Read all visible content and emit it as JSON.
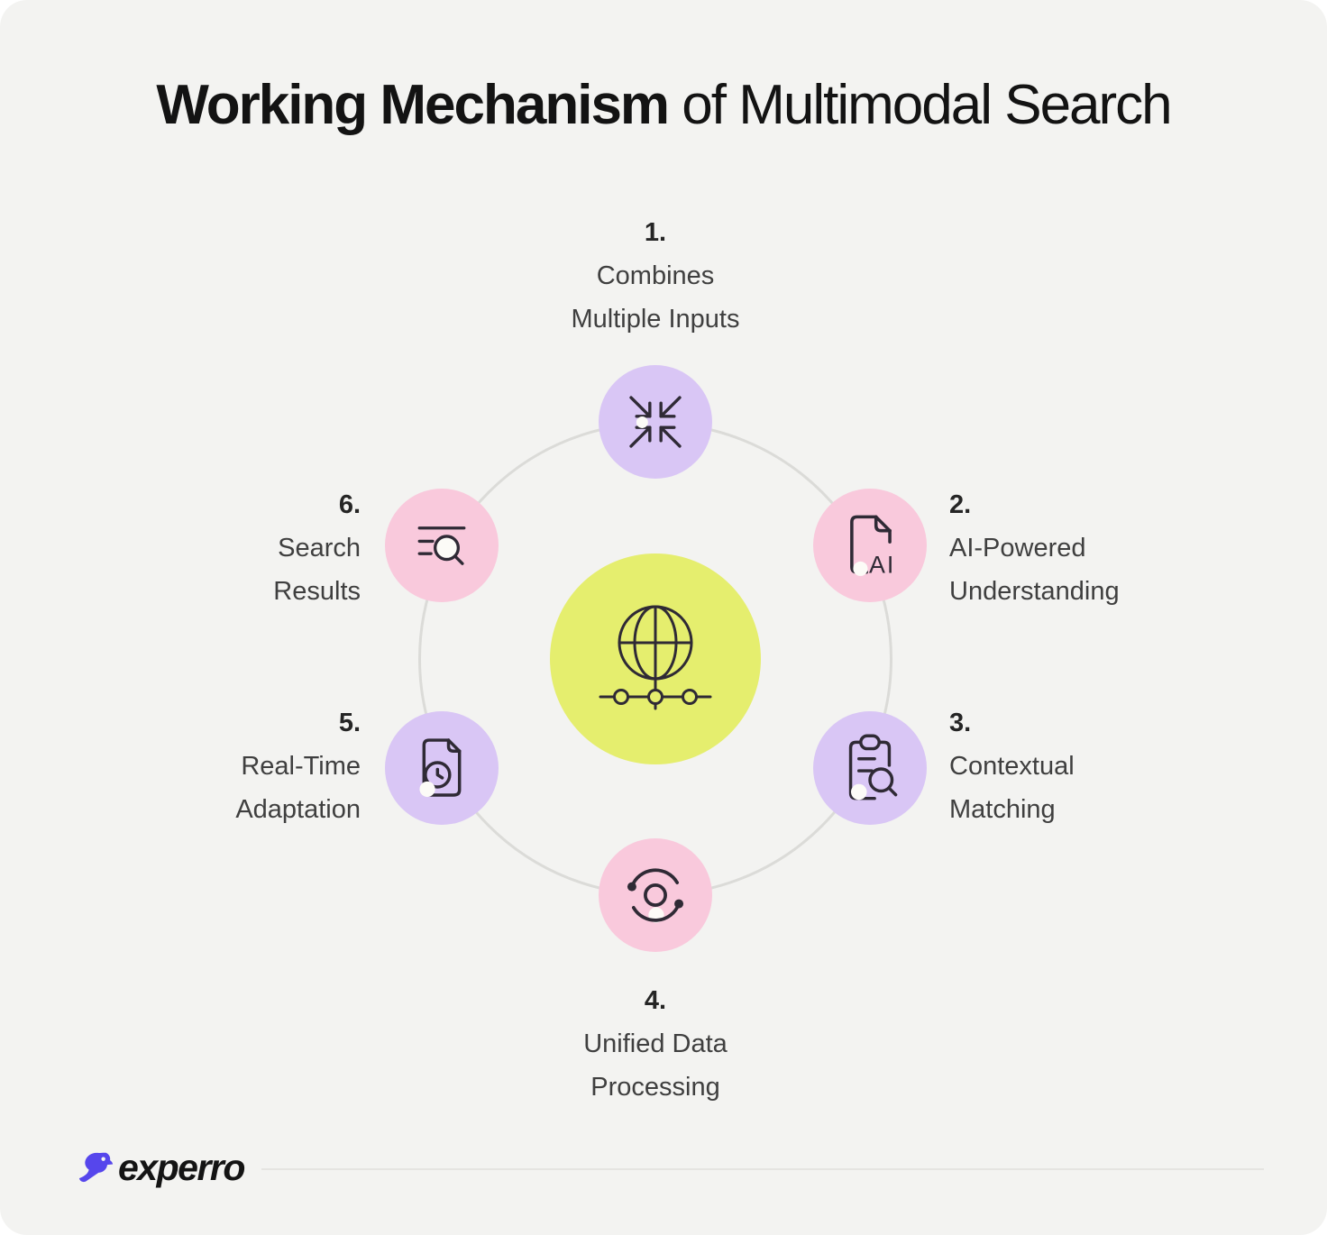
{
  "title": {
    "bold": "Working Mechanism",
    "regular": " of Multimodal Search"
  },
  "center": {
    "icon": "globe-network-icon",
    "color": "#e5ee6e"
  },
  "steps": [
    {
      "number": "1.",
      "lines": [
        "Combines",
        "Multiple Inputs"
      ],
      "icon": "compress-arrows-icon",
      "circle_color": "#d9c6f5"
    },
    {
      "number": "2.",
      "lines": [
        "AI-Powered",
        "Understanding"
      ],
      "icon": "ai-document-icon",
      "icon_label": "AI",
      "circle_color": "#f9c9dc"
    },
    {
      "number": "3.",
      "lines": [
        "Contextual",
        "Matching"
      ],
      "icon": "clipboard-search-icon",
      "circle_color": "#d9c6f5"
    },
    {
      "number": "4.",
      "lines": [
        "Unified Data",
        "Processing"
      ],
      "icon": "sync-process-icon",
      "circle_color": "#f9c9dc"
    },
    {
      "number": "5.",
      "lines": [
        "Real-Time",
        "Adaptation"
      ],
      "icon": "document-clock-icon",
      "circle_color": "#d9c6f5"
    },
    {
      "number": "6.",
      "lines": [
        "Search",
        "Results"
      ],
      "icon": "search-list-icon",
      "circle_color": "#f9c9dc"
    }
  ],
  "footer": {
    "brand": "experro"
  },
  "colors": {
    "background": "#f3f3f1",
    "ring": "#dbdbd8",
    "icon_stroke": "#2f2a35",
    "text": "#3f3f3f",
    "number_text": "#252525",
    "title_text": "#131313",
    "brand_purple": "#5646ec"
  }
}
